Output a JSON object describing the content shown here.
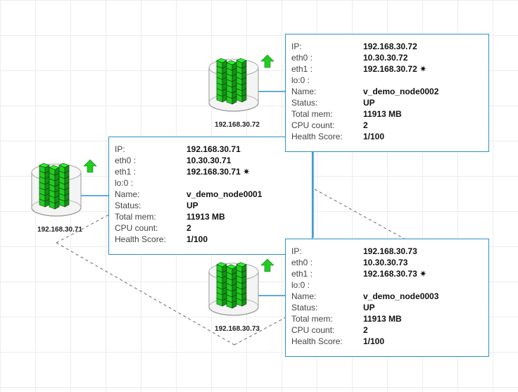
{
  "status_color": "#22cc22",
  "nodes": [
    {
      "name": "v_demo_node0001",
      "label": "192.168.30.71",
      "status_icon": "arrow-up-icon",
      "ip": "192.168.30.71",
      "eth0": "10.30.30.71",
      "eth1": "192.168.30.71",
      "eth1_marker": "✷",
      "lo0": "",
      "status": "UP",
      "total_mem": "11913 MB",
      "cpu_count": "2",
      "health_score": "1/100"
    },
    {
      "name": "v_demo_node0002",
      "label": "192.168.30.72",
      "status_icon": "arrow-up-icon",
      "ip": "192.168.30.72",
      "eth0": "10.30.30.72",
      "eth1": "192.168.30.72",
      "eth1_marker": "✷",
      "lo0": "",
      "status": "UP",
      "total_mem": "11913 MB",
      "cpu_count": "2",
      "health_score": "1/100"
    },
    {
      "name": "v_demo_node0003",
      "label": "192.168.30.73",
      "status_icon": "arrow-up-icon",
      "ip": "192.168.30.73",
      "eth0": "10.30.30.73",
      "eth1": "192.168.30.73",
      "eth1_marker": "✷",
      "lo0": "",
      "status": "UP",
      "total_mem": "11913 MB",
      "cpu_count": "2",
      "health_score": "1/100"
    }
  ],
  "field_labels": {
    "ip": "IP:",
    "eth0": "eth0 :",
    "eth1": "eth1 :",
    "lo0": "lo:0 :",
    "name": "Name:",
    "status": "Status:",
    "total_mem": "Total mem:",
    "cpu_count": "CPU count:",
    "health_score": "Health Score:"
  }
}
